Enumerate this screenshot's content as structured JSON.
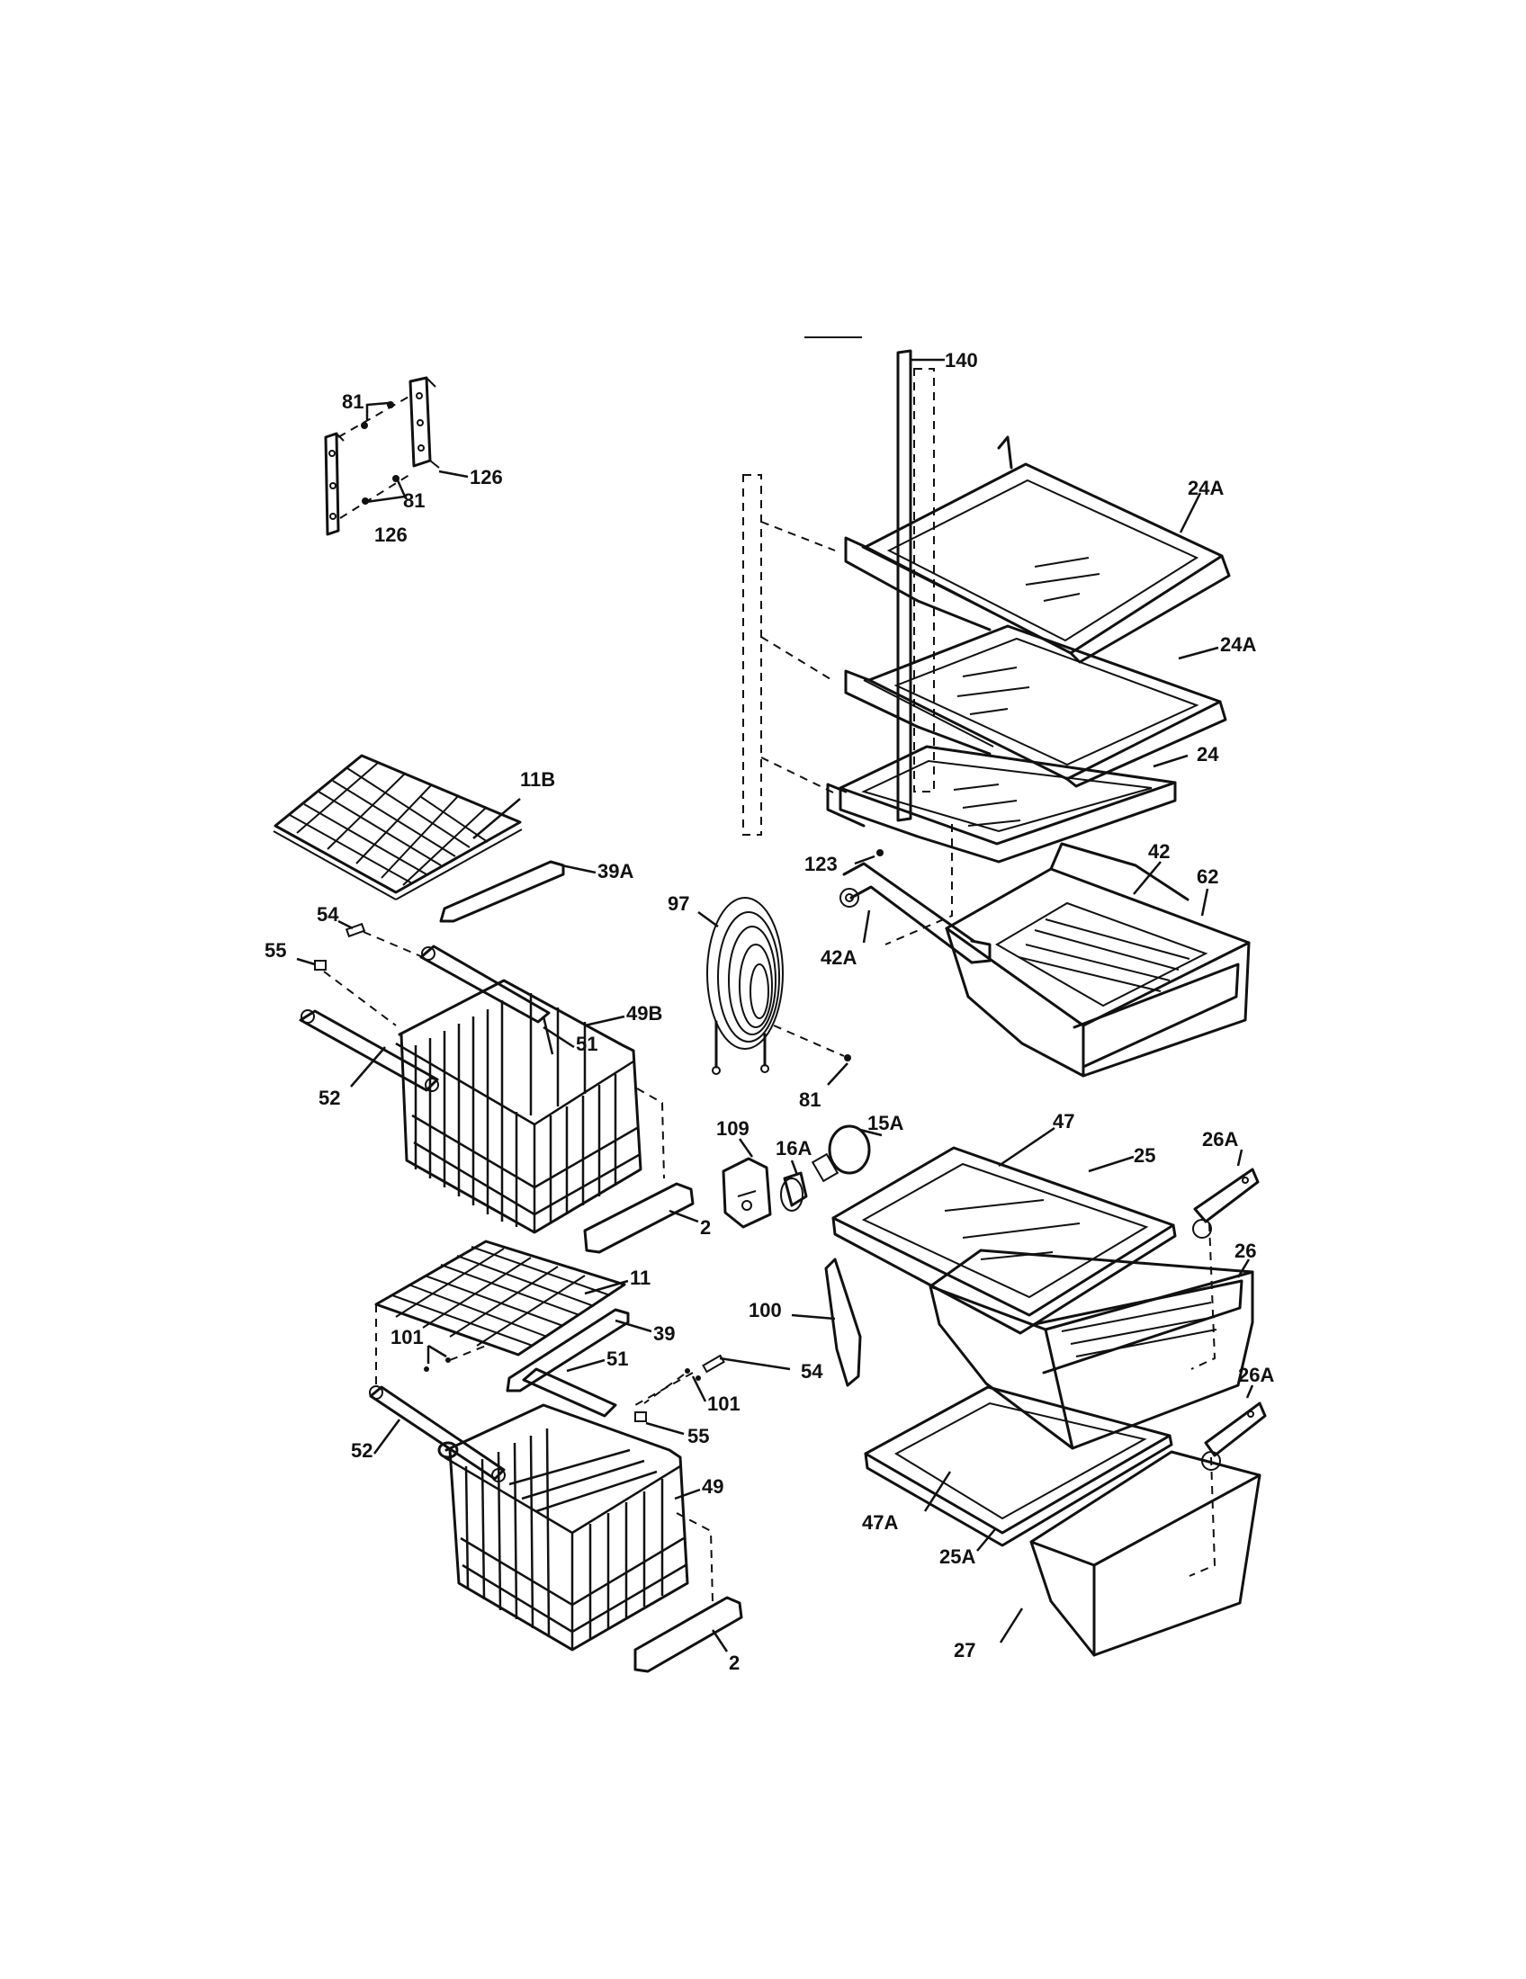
{
  "labels": {
    "c140": "140",
    "c81a": "81",
    "c126a": "126",
    "c81b": "81",
    "c126b": "126",
    "c24a1": "24A",
    "c24a2": "24A",
    "c24": "24",
    "c11b": "11B",
    "c39a": "39A",
    "c123": "123",
    "c42": "42",
    "c62": "62",
    "c97": "97",
    "c54a": "54",
    "c55a": "55",
    "c51a": "51",
    "c42a": "42A",
    "c49b": "49B",
    "c52a": "52",
    "c81c": "81",
    "c109": "109",
    "c16a": "16A",
    "c15a": "15A",
    "c47": "47",
    "c25": "25",
    "c26a1": "26A",
    "c2a": "2",
    "c26": "26",
    "c11": "11",
    "c100": "100",
    "c39": "39",
    "c101a": "101",
    "c51b": "51",
    "c54b": "54",
    "c101b": "101",
    "c52b": "52",
    "c55b": "55",
    "c26a2": "26A",
    "c49": "49",
    "c47a": "47A",
    "c25a": "25A",
    "c27": "27",
    "c2b": "2"
  }
}
